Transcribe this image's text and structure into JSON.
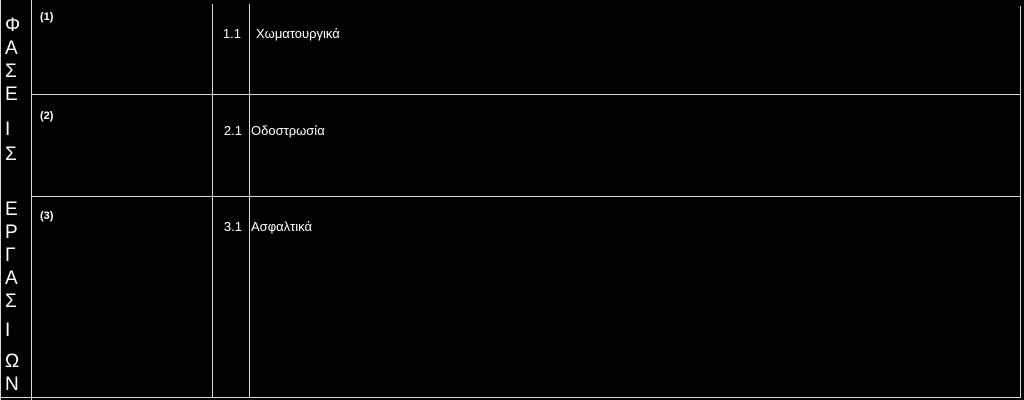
{
  "vertical_title": {
    "letters": [
      "Φ",
      "Α",
      "Σ",
      "Ε",
      "Ι",
      "Σ",
      "Ε",
      "Ρ",
      "Γ",
      "Α",
      "Σ",
      "Ι",
      "Ω",
      "Ν"
    ]
  },
  "phases": [
    {
      "num": "(1)",
      "sub_num": "1.1",
      "label": "Χωματουργικά"
    },
    {
      "num": "(2)",
      "sub_num": "2.1",
      "label": "Οδοστρωσία"
    },
    {
      "num": "(3)",
      "sub_num": "3.1",
      "label": "Ασφαλτικά"
    }
  ]
}
